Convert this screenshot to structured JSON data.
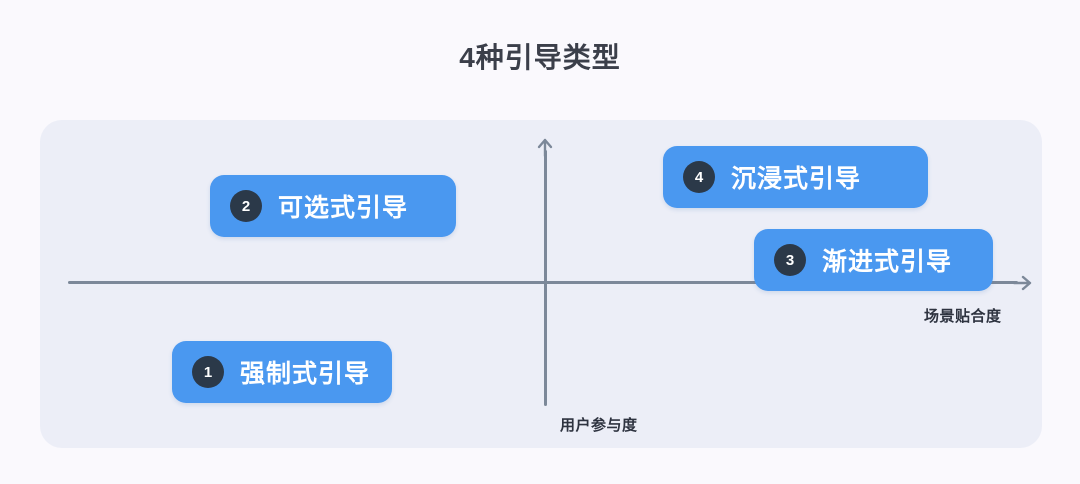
{
  "title": "4种引导类型",
  "diagram": {
    "axes": {
      "x_label": "场景贴合度",
      "y_label": "用户参与度",
      "x_arrow_icon": "arrow-right-icon",
      "y_arrow_icon": "arrow-up-icon",
      "axis_color": "#7c8899"
    },
    "panel_color": "#eceef7",
    "accent_color": "#4a98f0",
    "badge_color": "#2b3949",
    "items": [
      {
        "number": "1",
        "label": "强制式引导",
        "quadrant": "bottom-left"
      },
      {
        "number": "2",
        "label": "可选式引导",
        "quadrant": "top-left"
      },
      {
        "number": "3",
        "label": "渐进式引导",
        "quadrant": "right-axis"
      },
      {
        "number": "4",
        "label": "沉浸式引导",
        "quadrant": "top-right"
      }
    ]
  }
}
